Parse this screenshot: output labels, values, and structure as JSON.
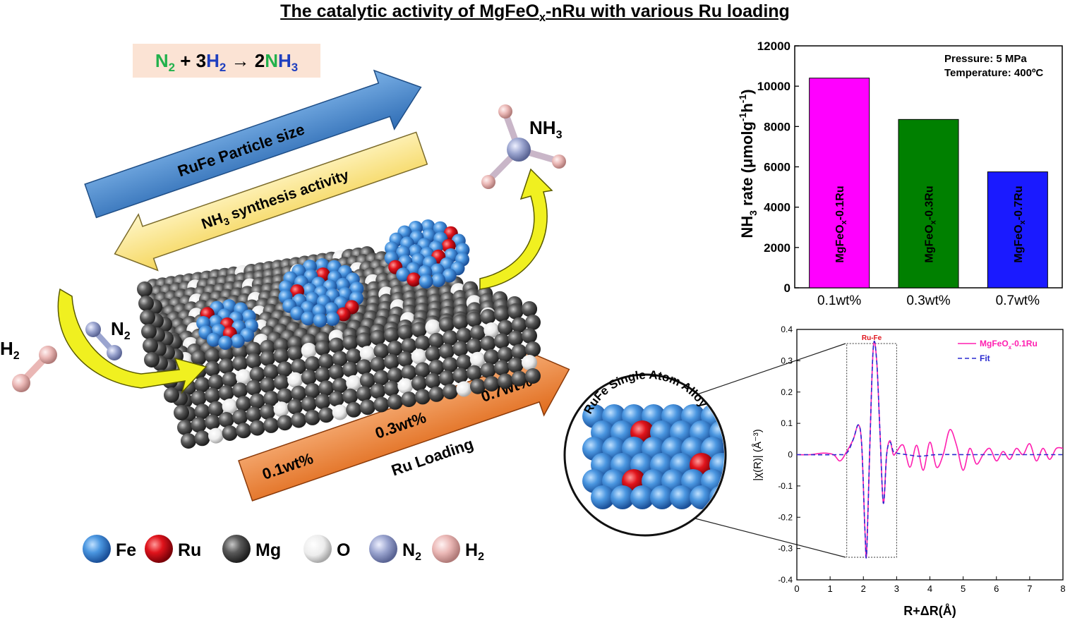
{
  "title": {
    "prefix": "The catalytic activity of MgFeO",
    "sub": "x",
    "suffix": "-nRu with various Ru loading"
  },
  "equation": {
    "n2": "N",
    "n2_sub": "2",
    "plus": " + 3",
    "h2": "H",
    "h2_sub": "2",
    "arrow": " → 2",
    "nh3_n": "N",
    "nh3_h": "H",
    "nh3_sub": "3"
  },
  "arrows": {
    "particle_size": "RuFe Particle size",
    "activity_nh": "NH",
    "activity_sub": "3",
    "activity_rest": " synthesis activity",
    "loading_label": "Ru Loading",
    "loadings": [
      "0.1wt%",
      "0.3wt%",
      "0.7wt%"
    ]
  },
  "molecules": {
    "nh3": "NH",
    "nh3_sub": "3",
    "n2": "N",
    "n2_sub": "2",
    "h2": "H",
    "h2_sub": "2"
  },
  "inset": {
    "label": "RuFe Single Atom Alloy"
  },
  "legend": [
    {
      "name": "Fe",
      "color": "#3a86d8"
    },
    {
      "name": "Ru",
      "color": "#e0141c"
    },
    {
      "name": "Mg",
      "color": "#555555"
    },
    {
      "name": "O",
      "color": "#f2f2f2"
    },
    {
      "name": "N",
      "sub": "2",
      "color": "#9aa4cf"
    },
    {
      "name": "H",
      "sub": "2",
      "color": "#eab7b5"
    }
  ],
  "chart_data": [
    {
      "type": "bar",
      "categories": [
        "0.1wt%",
        "0.3wt%",
        "0.7wt%"
      ],
      "values": [
        10400,
        8350,
        5750
      ],
      "bar_labels": [
        {
          "pre": "MgFeO",
          "sub": "x",
          "post": "-0.1Ru"
        },
        {
          "pre": "MgFeO",
          "sub": "x",
          "post": "-0.3Ru"
        },
        {
          "pre": "MgFeO",
          "sub": "x",
          "post": "-0.7Ru"
        }
      ],
      "colors": [
        "#ff00ff",
        "#008000",
        "#1a1aff"
      ],
      "ylabel": {
        "nh": "NH",
        "sub": "3",
        "rest": "  rate  (μmolg",
        "e1": "-1",
        "h": "h",
        "e2": "-1",
        "close": ")"
      },
      "ylim": [
        0,
        12000
      ],
      "yticks": [
        0,
        2000,
        4000,
        6000,
        8000,
        10000,
        12000
      ],
      "annotations": [
        "Pressure: 5 MPa",
        "Temperature:  400ºC"
      ]
    },
    {
      "type": "line",
      "xlabel": "R+ΔR(Å)",
      "ylabel": "|χ(R)| (Å⁻³)",
      "xlim": [
        0,
        8
      ],
      "ylim": [
        -0.4,
        0.4
      ],
      "xticks": [
        0,
        1,
        2,
        3,
        4,
        5,
        6,
        7,
        8
      ],
      "yticks": [
        0.4,
        0.3,
        0.2,
        0.1,
        0,
        -0.1,
        -0.2,
        -0.3,
        -0.4
      ],
      "region": {
        "label": "Ru-Fe",
        "x": [
          1.5,
          3.0
        ]
      },
      "series": [
        {
          "name": "MgFeO",
          "name_sub": "x",
          "name_post": "-0.1Ru",
          "color": "#ff1fb0",
          "x": [
            0,
            0.4,
            0.8,
            1.1,
            1.3,
            1.5,
            1.7,
            1.85,
            1.95,
            2.05,
            2.1,
            2.2,
            2.3,
            2.4,
            2.5,
            2.6,
            2.7,
            2.8,
            2.9,
            3.0,
            3.2,
            3.4,
            3.6,
            3.8,
            4.0,
            4.2,
            4.4,
            4.6,
            4.8,
            5.0,
            5.2,
            5.4,
            5.6,
            5.8,
            6.0,
            6.2,
            6.4,
            6.6,
            6.8,
            7.0,
            7.2,
            7.4,
            7.6,
            7.8,
            8.0
          ],
          "y": [
            0,
            0,
            0.005,
            0.0,
            -0.02,
            0.01,
            0.05,
            0.095,
            0.03,
            -0.25,
            -0.31,
            0.05,
            0.345,
            0.3,
            0.07,
            -0.155,
            0.0,
            0.045,
            0.0,
            0.01,
            0.03,
            -0.04,
            0.03,
            -0.05,
            0.04,
            -0.04,
            0.0,
            0.08,
            0.03,
            -0.05,
            0.02,
            -0.03,
            0.0,
            0.02,
            -0.02,
            0.01,
            -0.015,
            0.02,
            0.0,
            0.035,
            -0.02,
            0.02,
            -0.015,
            0.02,
            0.02
          ]
        },
        {
          "name": "Fit",
          "color": "#2a2ad0",
          "dashed": true,
          "x": [
            0,
            1.2,
            1.5,
            1.7,
            1.85,
            1.95,
            2.05,
            2.1,
            2.2,
            2.3,
            2.4,
            2.5,
            2.6,
            2.7,
            2.8,
            2.9,
            3.0,
            3.3,
            3.7,
            4.2,
            5.0,
            6.0,
            7.0,
            8.0
          ],
          "y": [
            0,
            0,
            0.005,
            0.05,
            0.095,
            0.03,
            -0.25,
            -0.31,
            0.05,
            0.345,
            0.3,
            0.07,
            -0.155,
            0.0,
            0.04,
            0.01,
            0.005,
            0.0,
            -0.005,
            0.0,
            0.0,
            0.0,
            0.0,
            0.0
          ]
        }
      ]
    }
  ]
}
